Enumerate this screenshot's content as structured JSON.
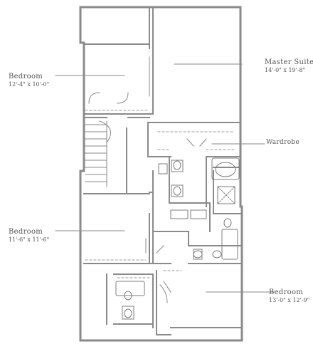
{
  "rooms": {
    "bedroom_nw": {
      "name": "Bedroom",
      "dims": "12'-4\" x 10'-0\""
    },
    "master": {
      "name": "Master Suite",
      "dims": "14'-0\" x 19'-8\""
    },
    "wardrobe": {
      "name": "Wardrobe"
    },
    "bedroom_w": {
      "name": "Bedroom",
      "dims": "11'-6\" x 11'-6\""
    },
    "bedroom_se": {
      "name": "Bedroom",
      "dims": "13'-0\" x 12'-9\""
    }
  },
  "colors": {
    "wall": "#8a8a8a",
    "line": "#7d7d7d",
    "text": "#555555"
  }
}
